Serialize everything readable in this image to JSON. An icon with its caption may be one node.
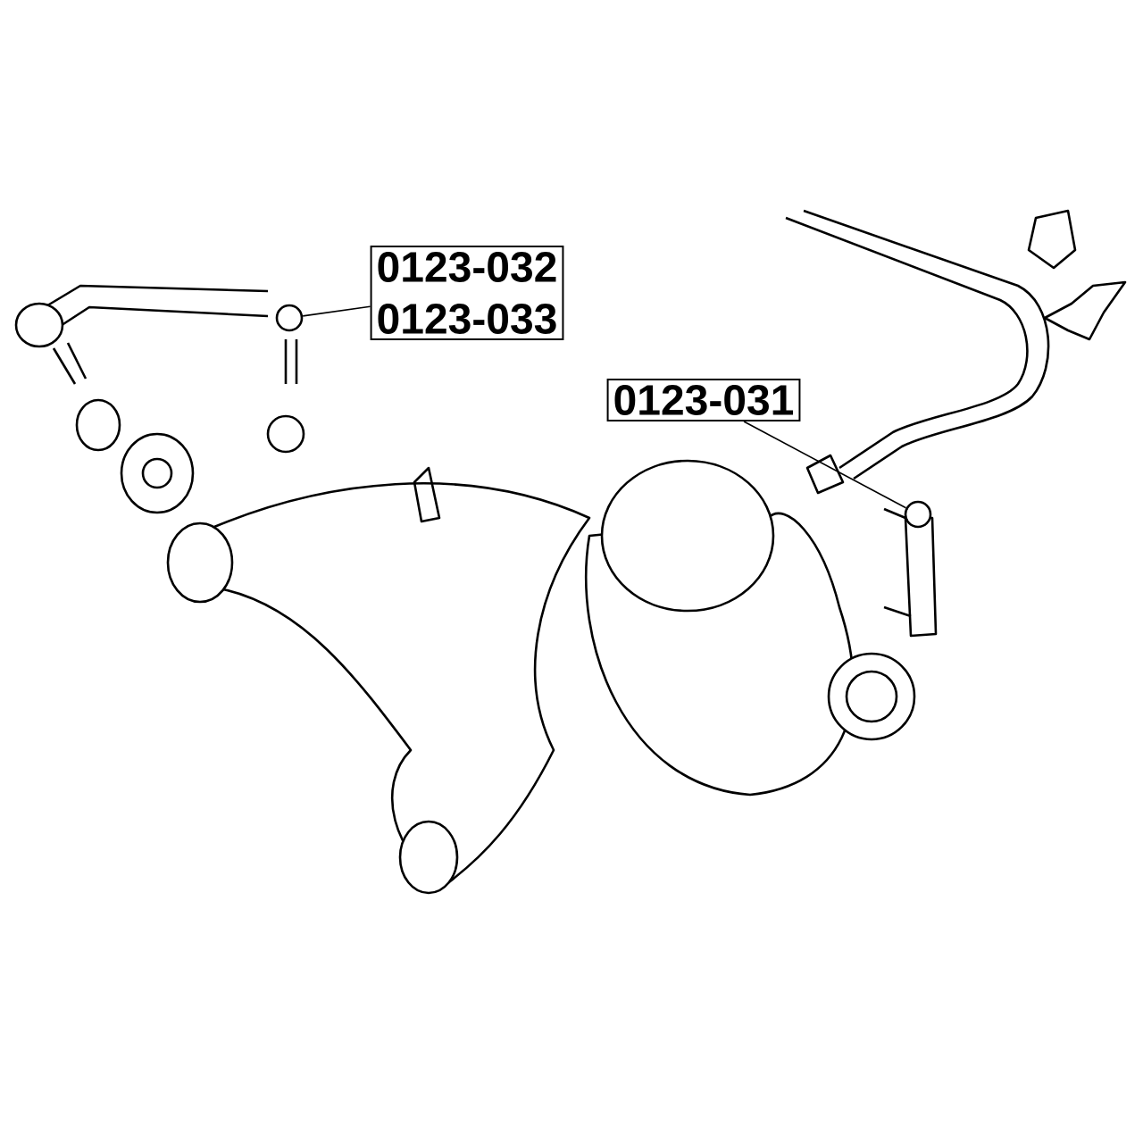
{
  "diagram": {
    "nodes": [
      {
        "text": [
          "0123-032",
          "0123-033"
        ]
      },
      {
        "text": [],
        "shape": "circle"
      },
      {
        "text": [
          "0123-031"
        ]
      },
      {
        "text": [],
        "shape": "circle"
      }
    ],
    "edges": [
      {
        "from": 0,
        "to": 1,
        "arrow": "none"
      },
      {
        "from": 2,
        "to": 3,
        "arrow": "none"
      }
    ]
  }
}
